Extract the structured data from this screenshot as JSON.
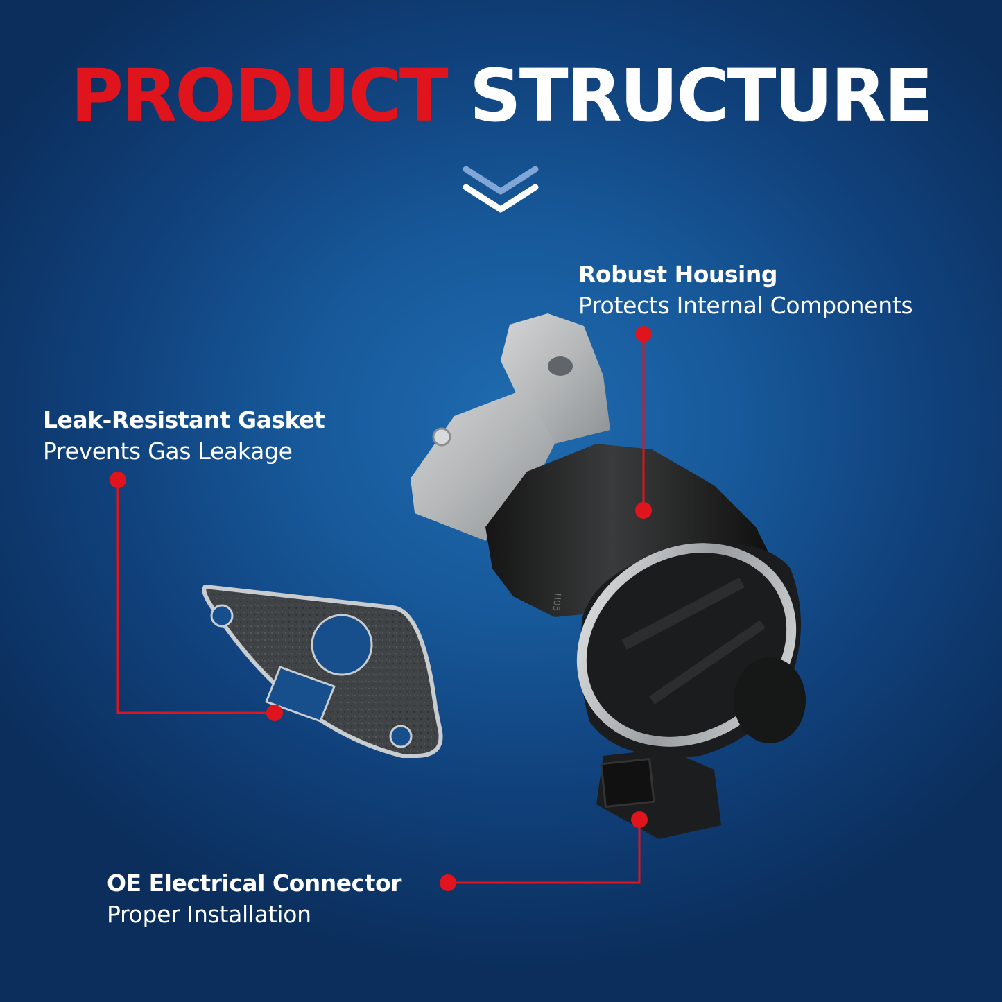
{
  "title": {
    "word1": "PRODUCT",
    "word2": "STRUCTURE"
  },
  "callouts": {
    "housing": {
      "heading": "Robust Housing",
      "subtext": "Protects Internal Components"
    },
    "gasket": {
      "heading": "Leak-Resistant Gasket",
      "subtext": "Prevents Gas Leakage"
    },
    "connector": {
      "heading": "OE Electrical Connector",
      "subtext": "Proper Installation"
    }
  },
  "product_marking": "H05",
  "icons": {
    "scroll_hint": "double-chevron-down-icon"
  },
  "colors": {
    "accent_red": "#e0141d",
    "background_blue": "#17599a",
    "text_white": "#ffffff"
  }
}
